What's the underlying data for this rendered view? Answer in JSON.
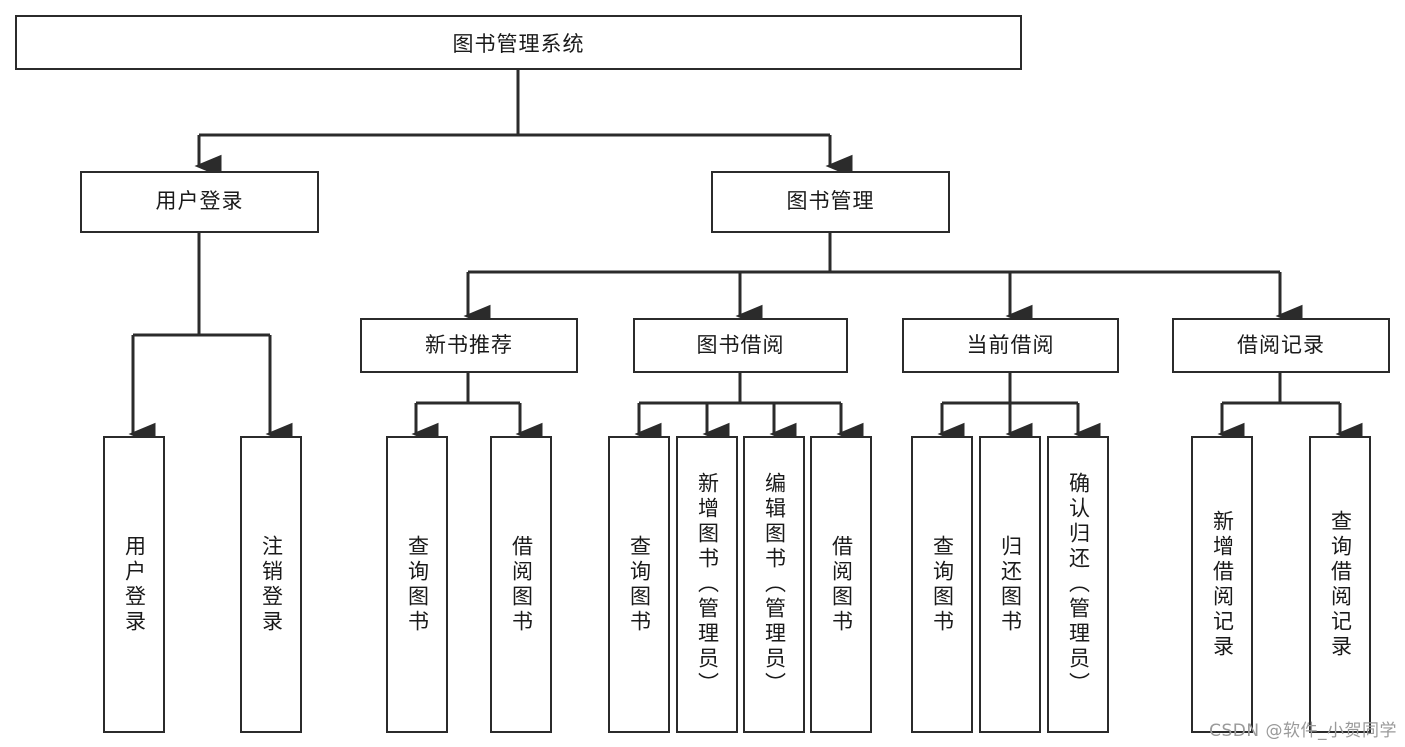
{
  "diagram": {
    "title": "图书管理系统",
    "watermark": "CSDN @软件_小贺同学",
    "colors": {
      "background": "#ffffff",
      "box_border": "#2b2b2b",
      "box_fill": "#ffffff",
      "connector": "#2b2b2b",
      "text": "#1a1a1a",
      "watermark": "#9a9a9a"
    },
    "root": {
      "label": "图书管理系统"
    },
    "level2": [
      {
        "label": "用户登录"
      },
      {
        "label": "图书管理"
      }
    ],
    "level3": [
      {
        "label": "新书推荐"
      },
      {
        "label": "图书借阅"
      },
      {
        "label": "当前借阅"
      },
      {
        "label": "借阅记录"
      }
    ],
    "leaves": {
      "user_login": [
        {
          "label": "用户登录"
        },
        {
          "label": "注销登录"
        }
      ],
      "new_book_recommend": [
        {
          "label": "查询图书"
        },
        {
          "label": "借阅图书"
        }
      ],
      "book_borrow": [
        {
          "label": "查询图书"
        },
        {
          "label": "新增图书（管理员）"
        },
        {
          "label": "编辑图书（管理员）"
        },
        {
          "label": "借阅图书"
        }
      ],
      "current_borrow": [
        {
          "label": "查询图书"
        },
        {
          "label": "归还图书"
        },
        {
          "label": "确认归还（管理员）"
        }
      ],
      "borrow_record": [
        {
          "label": "新增借阅记录"
        },
        {
          "label": "查询借阅记录"
        }
      ]
    }
  }
}
